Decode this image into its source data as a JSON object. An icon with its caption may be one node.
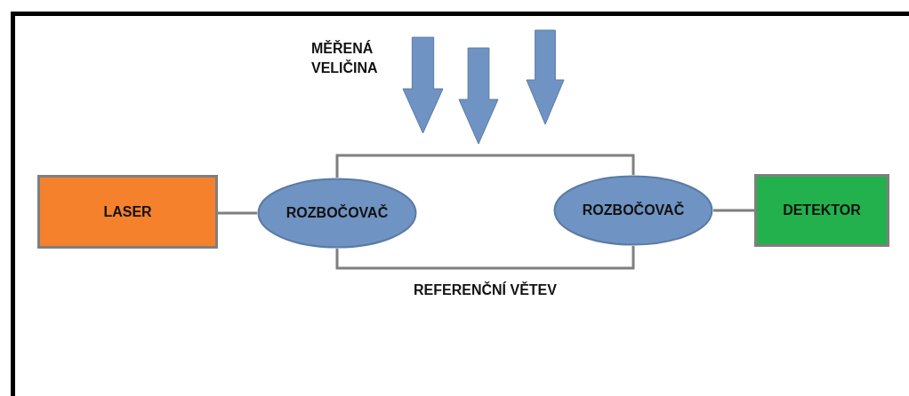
{
  "diagram": {
    "nodes": [
      {
        "text": [
          "LASER"
        ]
      },
      {
        "text": [
          "ROZBOČOVAČ"
        ]
      },
      {
        "text": [
          "ROZBOČOVAČ"
        ]
      },
      {
        "text": [
          "DETEKTOR"
        ]
      }
    ],
    "edges": [
      {
        "from": 0,
        "to": 1,
        "arrow": "none"
      },
      {
        "from": 1,
        "to": 2,
        "arrow": "none"
      },
      {
        "from": 1,
        "to": 2,
        "arrow": "none",
        "label": "REFERENČNÍ VĚTEV"
      },
      {
        "from": 2,
        "to": 3,
        "arrow": "none"
      }
    ],
    "labels": [
      "MĚŘENÁ VELIČINA"
    ]
  }
}
